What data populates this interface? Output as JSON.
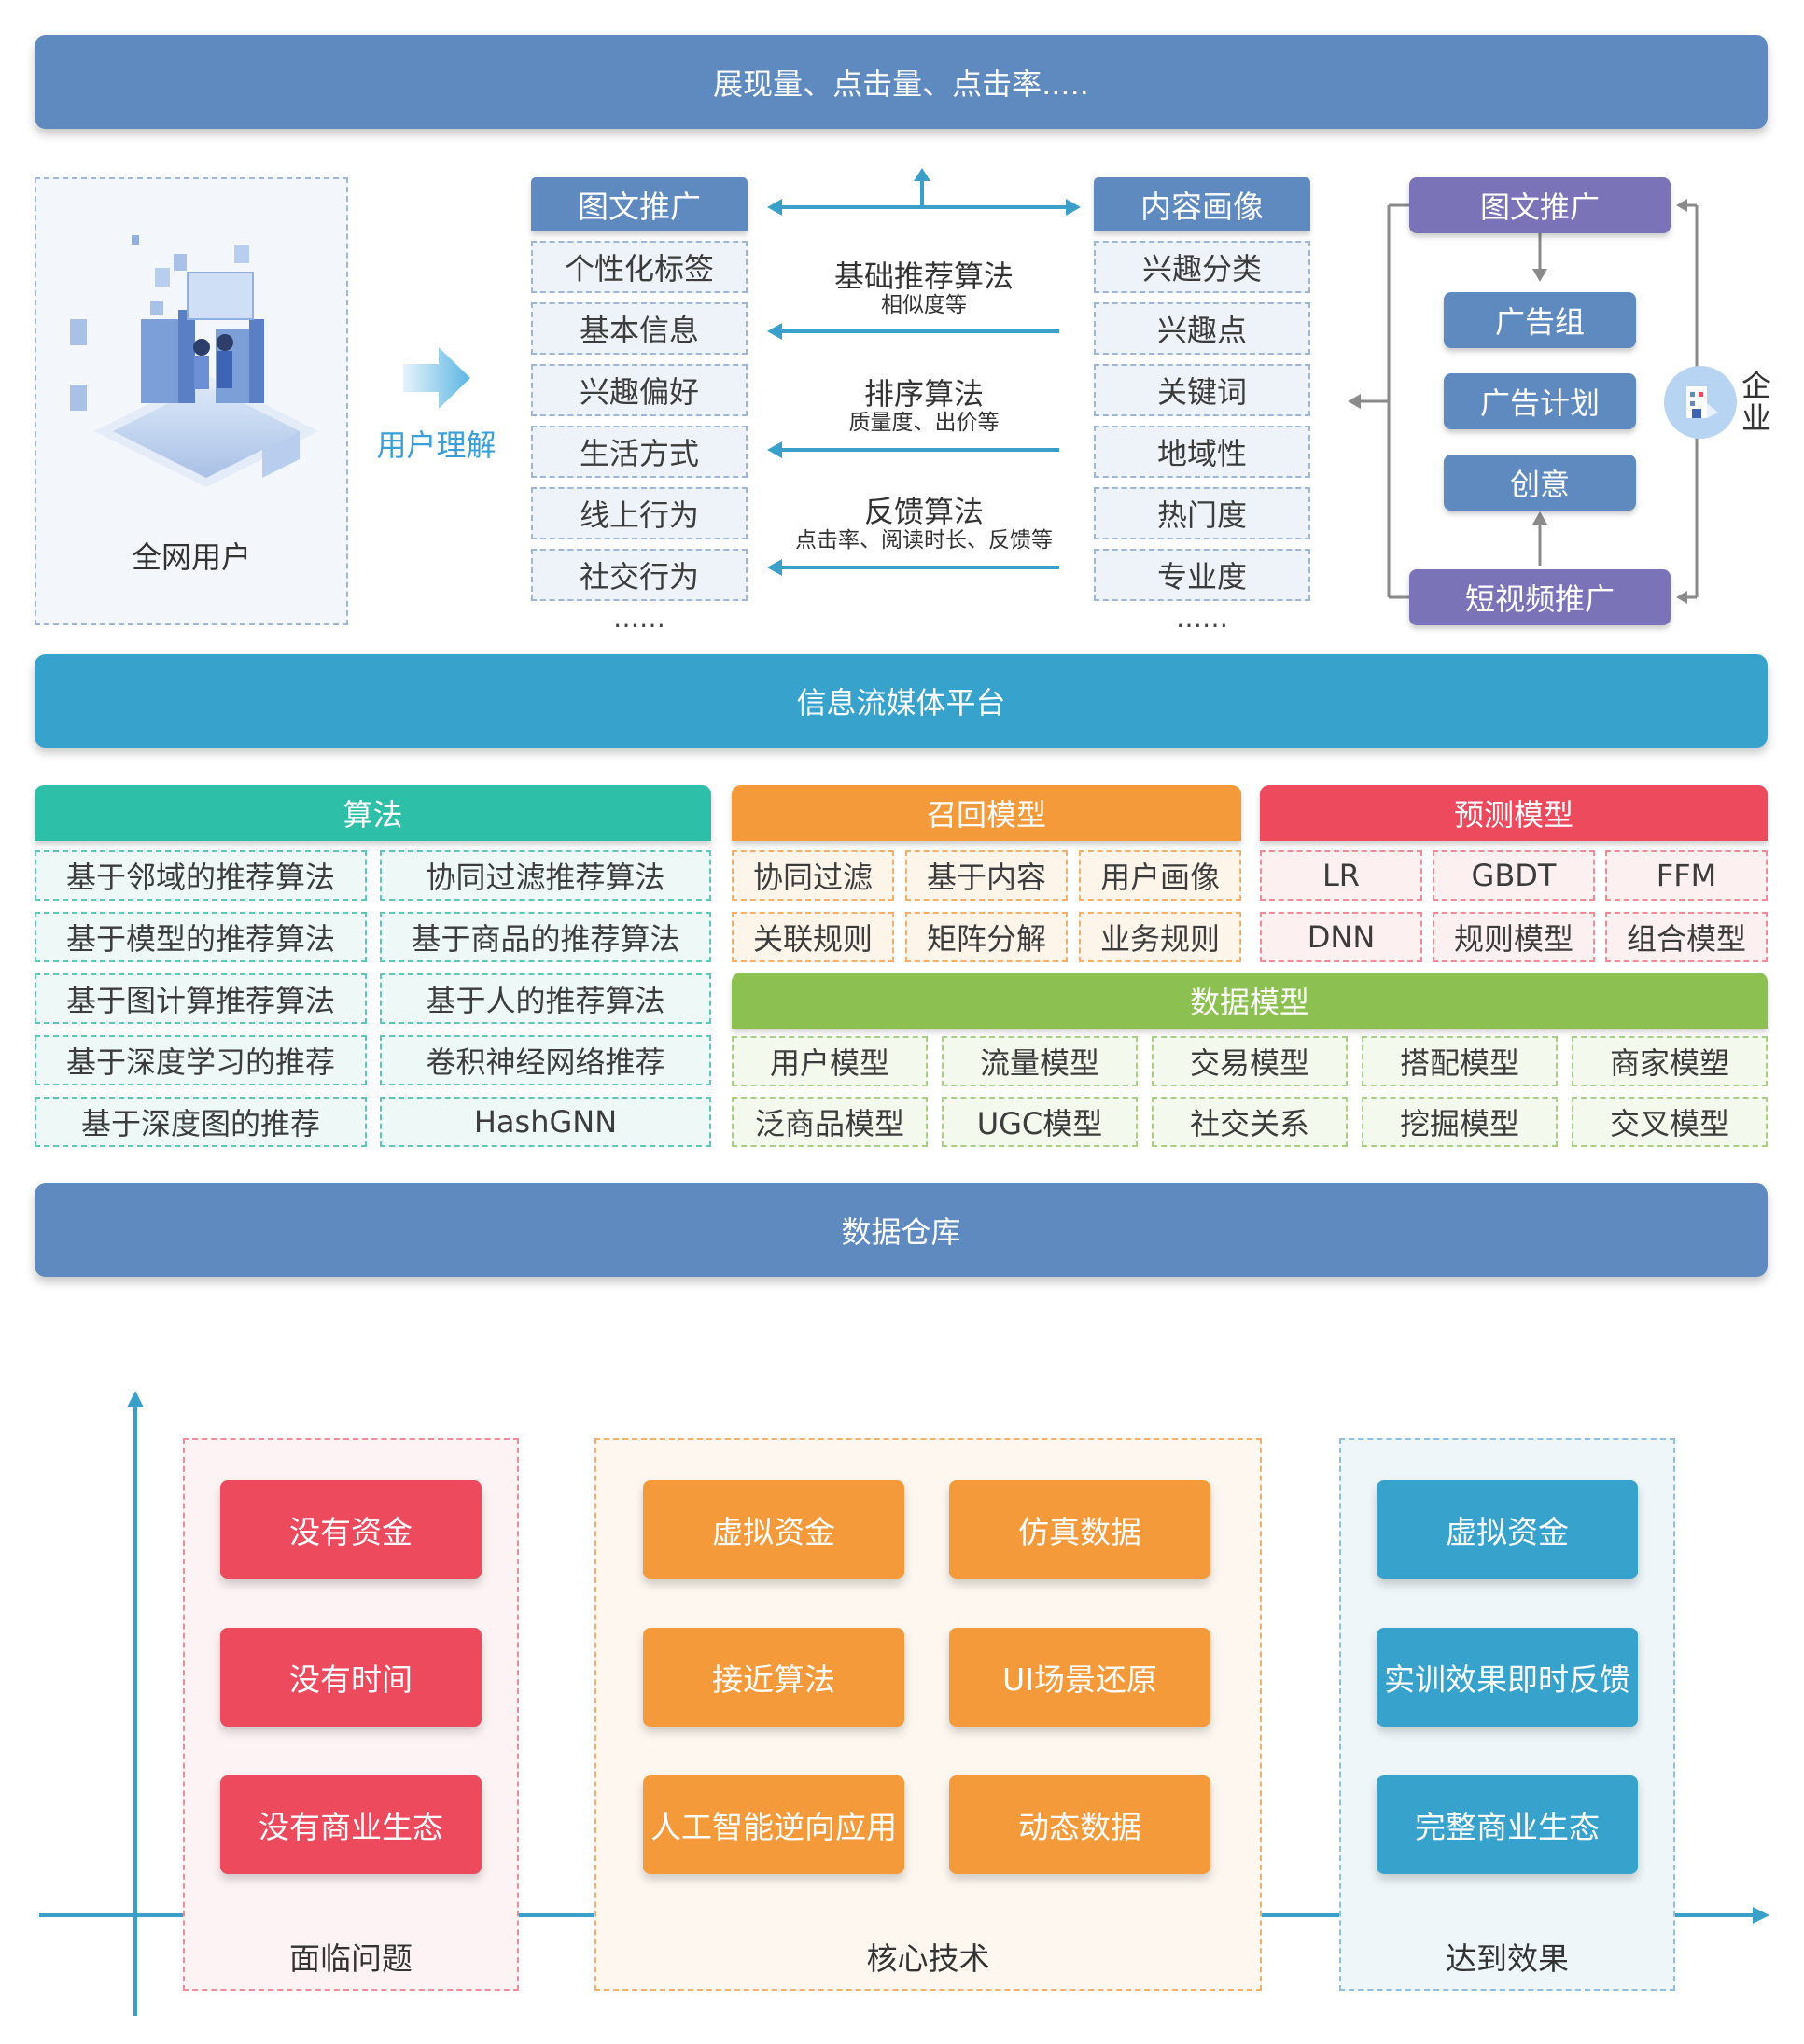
{
  "top_bar": "展现量、点击量、点击率.....",
  "users": {
    "label": "全网用户",
    "arrow_label": "用户理解"
  },
  "left_list": {
    "header": "图文推广",
    "items": [
      "个性化标签",
      "基本信息",
      "兴趣偏好",
      "生活方式",
      "线上行为",
      "社交行为"
    ],
    "more": "……"
  },
  "right_list": {
    "header": "内容画像",
    "items": [
      "兴趣分类",
      "兴趣点",
      "关键词",
      "地域性",
      "热门度",
      "专业度"
    ],
    "more": "……"
  },
  "algorithms": [
    {
      "title": "基础推荐算法",
      "sub": "相似度等"
    },
    {
      "title": "排序算法",
      "sub": "质量度、出价等"
    },
    {
      "title": "反馈算法",
      "sub": "点击率、阅读时长、反馈等"
    }
  ],
  "enterprise": {
    "top": "图文推广",
    "items": [
      "广告组",
      "广告计划",
      "创意"
    ],
    "bottom": "短视频推广",
    "label": "企业"
  },
  "platform_bar": "信息流媒体平台",
  "algorithm_section": {
    "header": "算法",
    "rows": [
      [
        "基于邻域的推荐算法",
        "协同过滤推荐算法"
      ],
      [
        "基于模型的推荐算法",
        "基于商品的推荐算法"
      ],
      [
        "基于图计算推荐算法",
        "基于人的推荐算法"
      ],
      [
        "基于深度学习的推荐",
        "卷积神经网络推荐"
      ],
      [
        "基于深度图的推荐",
        "HashGNN"
      ]
    ]
  },
  "recall_section": {
    "header": "召回模型",
    "rows": [
      [
        "协同过滤",
        "基于内容",
        "用户画像"
      ],
      [
        "关联规则",
        "矩阵分解",
        "业务规则"
      ]
    ]
  },
  "predict_section": {
    "header": "预测模型",
    "rows": [
      [
        "LR",
        "GBDT",
        "FFM"
      ],
      [
        "DNN",
        "规则模型",
        "组合模型"
      ]
    ]
  },
  "data_model_section": {
    "header": "数据模型",
    "rows": [
      [
        "用户模型",
        "流量模型",
        "交易模型",
        "搭配模型",
        "商家模塑"
      ],
      [
        "泛商品模型",
        "UGC模型",
        "社交关系",
        "挖掘模型",
        "交叉模型"
      ]
    ]
  },
  "warehouse_bar": "数据仓库",
  "bottom": {
    "problems": {
      "label": "面临问题",
      "items": [
        "没有资金",
        "没有时间",
        "没有商业生态"
      ]
    },
    "tech": {
      "label": "核心技术",
      "items": [
        "虚拟资金",
        "仿真数据",
        "接近算法",
        "UI场景还原",
        "人工智能逆向应用",
        "动态数据"
      ]
    },
    "effects": {
      "label": "达到效果",
      "items": [
        "虚拟资金",
        "实训效果即时反馈",
        "完整商业生态"
      ]
    }
  },
  "colors": {
    "blue": "#5f8ac0",
    "teal": "#37a3cd",
    "green_teal": "#2ebfa9",
    "orange": "#f59a3a",
    "red": "#ee4a5d",
    "green": "#8cc152",
    "purple": "#7b73b8"
  }
}
